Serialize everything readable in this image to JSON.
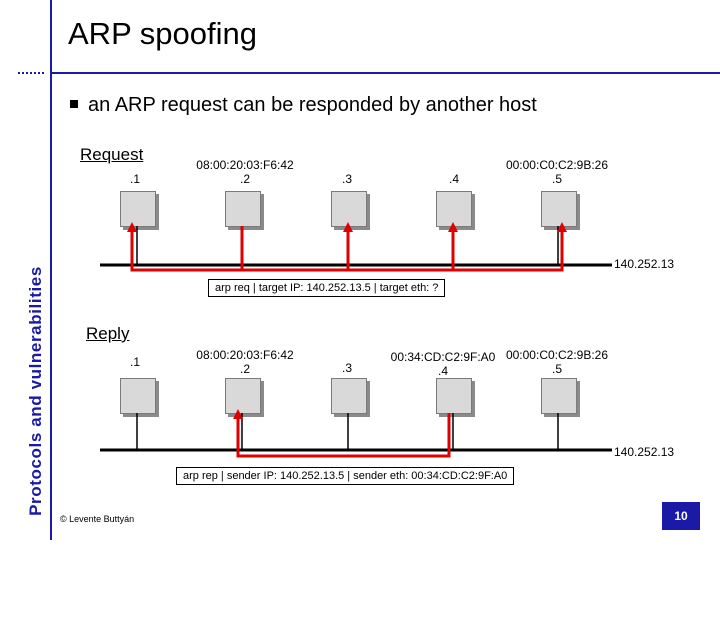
{
  "slide": {
    "title": "ARP spoofing",
    "side_title": "Protocols and vulnerabilities",
    "bullet": "an ARP request can be responded by another host",
    "copyright": "© Levente Buttyán",
    "page_number": "10"
  },
  "request": {
    "label": "Request",
    "hosts": [
      {
        "id": ".1",
        "mac": ""
      },
      {
        "id": ".2",
        "mac": "08:00:20:03:F6:42"
      },
      {
        "id": ".3",
        "mac": ""
      },
      {
        "id": ".4",
        "mac": ""
      },
      {
        "id": ".5",
        "mac": "00:00:C0:C2:9B:26"
      }
    ],
    "network": "140.252.13",
    "message": "arp req | target IP: 140.252.13.5 | target eth: ?"
  },
  "reply": {
    "label": "Reply",
    "hosts": [
      {
        "id": ".1",
        "mac": ""
      },
      {
        "id": ".2",
        "mac": "08:00:20:03:F6:42"
      },
      {
        "id": ".3",
        "mac": ""
      },
      {
        "id": ".4",
        "mac": "00:34:CD:C2:9F:A0"
      },
      {
        "id": ".5",
        "mac": "00:00:C0:C2:9B:26"
      }
    ],
    "network": "140.252.13",
    "message": "arp rep | sender IP: 140.252.13.5 | sender eth: 00:34:CD:C2:9F:A0"
  },
  "colors": {
    "accent": "#1a1aa6",
    "arrow": "#e00000",
    "host_fill": "#d9d9d9",
    "bus": "#000000"
  }
}
